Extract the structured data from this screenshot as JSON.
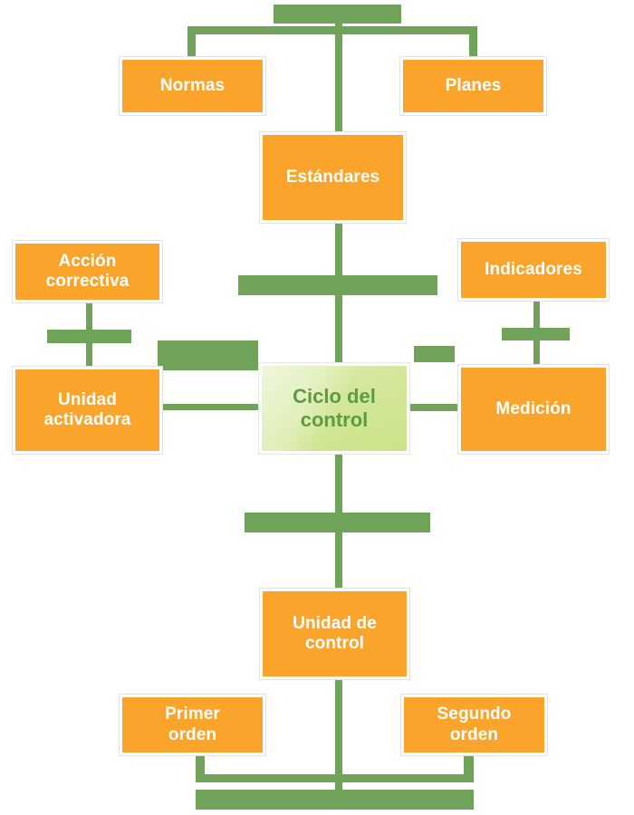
{
  "diagram": {
    "title": "Ciclo del control",
    "type": "flow-diagram",
    "colors": {
      "node_orange": "#FBA42B",
      "node_orange_text": "#FFFFFF",
      "center_green_fill": "#D3E79A",
      "center_green_text": "#5E9A44",
      "connector_green": "#6EA359",
      "node_border": "#E2E2E2",
      "background": "#FFFFFF"
    },
    "nodes": [
      {
        "id": "normas",
        "label": "Normas",
        "style": "orange",
        "lines": [
          "Normas"
        ]
      },
      {
        "id": "planes",
        "label": "Planes",
        "style": "orange",
        "lines": [
          "Planes"
        ]
      },
      {
        "id": "estandares",
        "label": "Estándares",
        "style": "orange",
        "lines": [
          "Estándares"
        ]
      },
      {
        "id": "accion-correctiva",
        "label": "Acción correctiva",
        "style": "orange",
        "lines": [
          "Acción",
          "correctiva"
        ]
      },
      {
        "id": "indicadores",
        "label": "Indicadores",
        "style": "orange",
        "lines": [
          "Indicadores"
        ]
      },
      {
        "id": "unidad-activadora",
        "label": "Unidad activadora",
        "style": "orange",
        "lines": [
          "Unidad",
          "activadora"
        ]
      },
      {
        "id": "ciclo-del-control",
        "label": "Ciclo del control",
        "style": "green",
        "lines": [
          "Ciclo del",
          "control"
        ]
      },
      {
        "id": "medicion",
        "label": "Medición",
        "style": "orange",
        "lines": [
          "Medición"
        ]
      },
      {
        "id": "unidad-de-control",
        "label": "Unidad de control",
        "style": "orange",
        "lines": [
          "Unidad de",
          "control"
        ]
      },
      {
        "id": "primer-orden",
        "label": "Primer orden",
        "style": "orange",
        "lines": [
          "Primer",
          "orden"
        ]
      },
      {
        "id": "segundo-orden",
        "label": "Segundo orden",
        "style": "orange",
        "lines": [
          "Segundo",
          "orden"
        ]
      }
    ]
  }
}
